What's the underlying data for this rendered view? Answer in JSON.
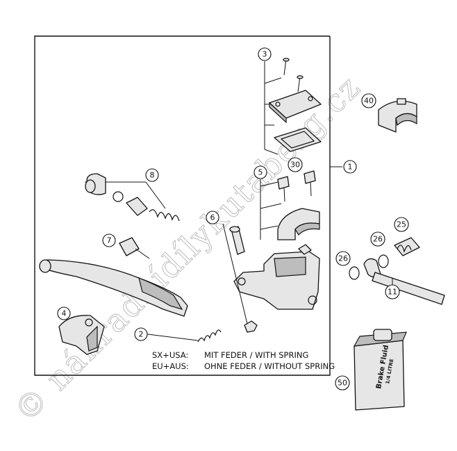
{
  "callouts": {
    "c1": "1",
    "c2": "2",
    "c3": "3",
    "c4": "4",
    "c5": "5",
    "c6": "6",
    "c7": "7",
    "c8": "8",
    "c11": "11",
    "c25": "25",
    "c26a": "26",
    "c26b": "26",
    "c30": "30",
    "c40": "40",
    "c50": "50"
  },
  "notes": {
    "line1_prefix": "SX+USA:",
    "line1_text": "MIT FEDER / WITH SPRING",
    "line2_prefix": "EU+AUS:",
    "line2_text": "OHNE FEDER / WITHOUT SPRING"
  },
  "bottle": {
    "label_line1": "Brake Fluid",
    "label_line2": "1/4 LITRE"
  },
  "watermark": "© náhradnídílykutaberg.cz"
}
